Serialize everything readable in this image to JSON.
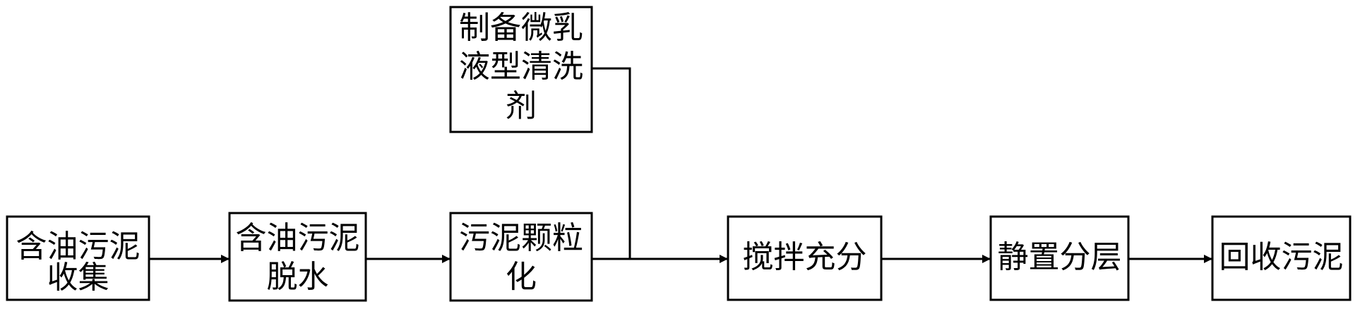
{
  "nodes": {
    "collect": {
      "lines": [
        "含油污泥",
        "收集"
      ]
    },
    "dewater": {
      "lines": [
        "含油污泥",
        "脱水"
      ]
    },
    "granulate": {
      "lines": [
        "污泥颗粒",
        "化"
      ]
    },
    "cleaner": {
      "lines": [
        "制备微乳",
        "液型清洗",
        "剂"
      ]
    },
    "stir": {
      "lines": [
        "搅拌充分"
      ]
    },
    "settle": {
      "lines": [
        "静置分层"
      ]
    },
    "recover": {
      "lines": [
        "回收污泥"
      ]
    }
  },
  "colors": {
    "line": "#000000",
    "background": "#ffffff"
  }
}
